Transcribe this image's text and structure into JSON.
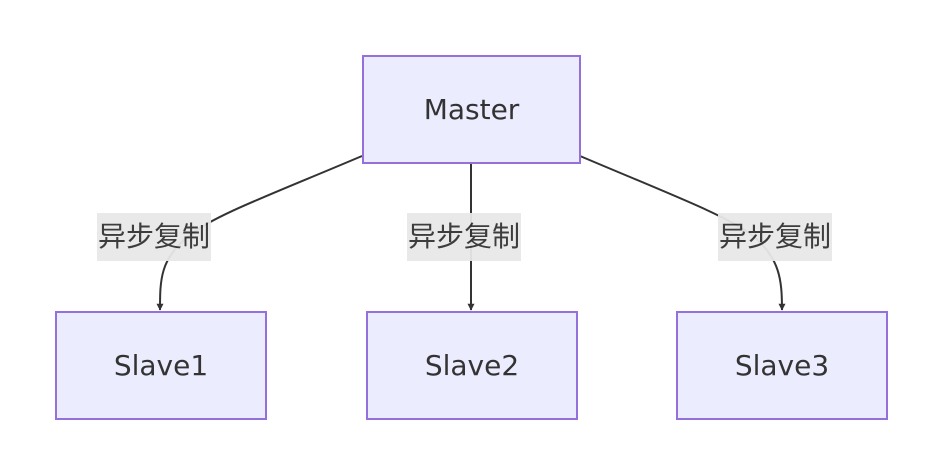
{
  "nodes": {
    "master": {
      "label": "Master"
    },
    "slave1": {
      "label": "Slave1"
    },
    "slave2": {
      "label": "Slave2"
    },
    "slave3": {
      "label": "Slave3"
    }
  },
  "edges": [
    {
      "from": "Master",
      "to": "Slave1",
      "label": "异步复制"
    },
    {
      "from": "Master",
      "to": "Slave2",
      "label": "异步复制"
    },
    {
      "from": "Master",
      "to": "Slave3",
      "label": "异步复制"
    }
  ],
  "colors": {
    "node_fill": "#ececff",
    "node_border": "#9370db",
    "edge": "#333333",
    "label_bg": "#e8e8e8",
    "text": "#333333"
  }
}
